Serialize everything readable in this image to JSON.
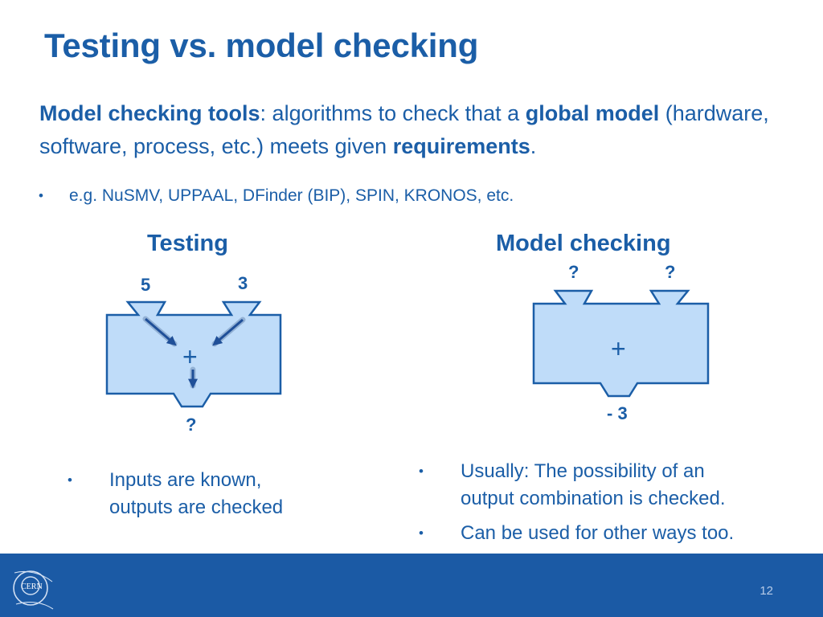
{
  "slide": {
    "title": "Testing vs. model checking",
    "page_number": "12"
  },
  "intro": {
    "term": "Model checking tools",
    "text_1": ": algorithms to check that a ",
    "bold_1": "global model",
    "text_2": " (hardware, software, process, etc.) meets given ",
    "bold_2": "requirements",
    "text_3": "."
  },
  "examples": {
    "bullet": "•",
    "text": "e.g. NuSMV, UPPAAL, DFinder (BIP), SPIN, KRONOS, etc."
  },
  "testing": {
    "heading": "Testing",
    "input_left": "5",
    "input_right": "3",
    "operator": "+",
    "output": "?",
    "notes": [
      {
        "bullet": "•",
        "line_1": "Inputs are known,",
        "line_2": "outputs are checked"
      }
    ]
  },
  "model_checking": {
    "heading": "Model checking",
    "input_left": "?",
    "input_right": "?",
    "operator": "+",
    "output": "- 3",
    "notes": [
      {
        "bullet": "•",
        "line_1": "Usually: The possibility of an",
        "line_2": "output combination is checked."
      },
      {
        "bullet": "•",
        "line_1": "Can be used for other ways too."
      }
    ]
  },
  "colors": {
    "brand_blue": "#1b5ea7",
    "box_fill": "#bfdcf9",
    "footer": "#1b5aa5",
    "arrow": "#1f4f98"
  },
  "footer": {
    "logo_text": "CERN"
  }
}
